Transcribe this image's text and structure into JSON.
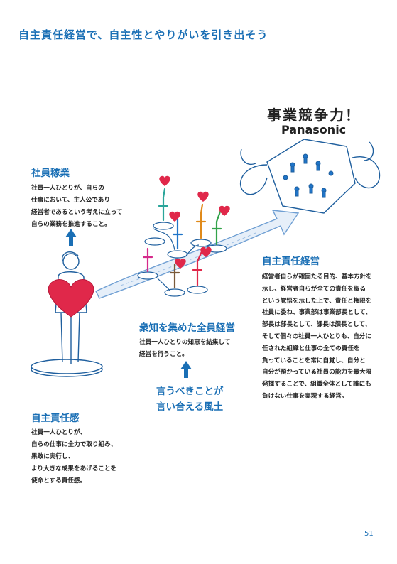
{
  "page_title": "自主責任経営で、自主性とやりがいを引き出そう",
  "top_right": {
    "title": "事業競争力！",
    "brand": "Panasonic"
  },
  "shain_kagyo": {
    "heading": "社員稼業",
    "lines": [
      "社員一人ひとりが、自らの",
      "仕事において、主人公であり",
      "経営者であるという考えに立って",
      "自らの業務を推進すること。"
    ]
  },
  "jishu_sekinin_keiei": {
    "heading": "自主責任経営",
    "lines": [
      "経営者自らが確固たる目的、基本方針を",
      "示し、経営者自らが全ての責任を取る",
      "という覚悟を示した上で、責任と権限を",
      "社員に委ね、事業部は事業部長として、",
      "部長は部長として、課長は課長として、",
      "そして個々の社員一人ひとりも、自分に",
      "任された組織と仕事の全ての責任を",
      "負っていることを常に自覚し、自分と",
      "自分が預かっている社員の能力を最大限",
      "発揮することで、組織全体として誰にも",
      "負けない仕事を実現する経営。"
    ]
  },
  "shuchi": {
    "heading": "衆知を集めた全員経営",
    "lines": [
      "社員一人ひとりの知恵を結集して",
      "経営を行うこと。"
    ]
  },
  "fudo": {
    "lines": [
      "言うべきことが",
      "言い合える風土"
    ]
  },
  "jishu_sekinin_kan": {
    "heading": "自主責任感",
    "lines": [
      "社員一人ひとりが、",
      "自らの仕事に全力で取り組み、",
      "果敢に実行し、",
      "より大きな成果をあげることを",
      "使命とする責任感。"
    ]
  },
  "page_number": "51",
  "colors": {
    "accent_blue": "#1a6fb5",
    "heart_red": "#e0284a",
    "arrow_blue": "#a9c6e6"
  }
}
